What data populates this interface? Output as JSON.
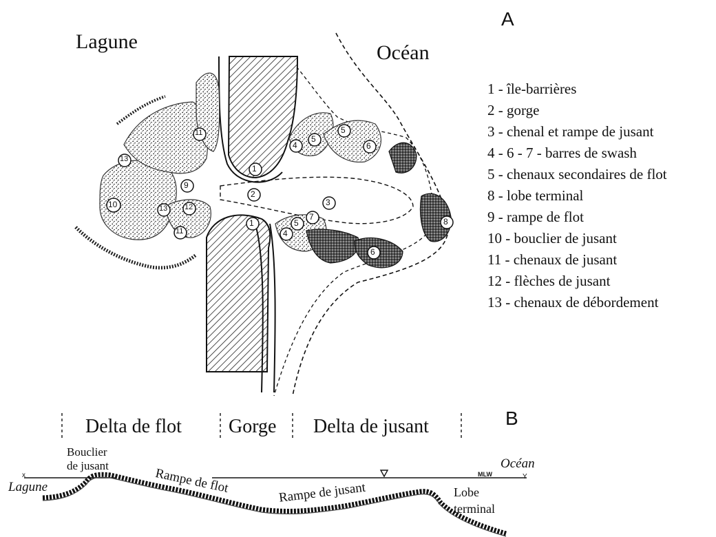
{
  "panel_a": {
    "label": "A",
    "lagoon_label": "Lagune",
    "ocean_label": "Océan",
    "markers": [
      "1",
      "2",
      "3",
      "4",
      "5",
      "6",
      "7",
      "8",
      "9",
      "10",
      "11",
      "12",
      "13"
    ],
    "legend": [
      "1 - île-barrières",
      "2 - gorge",
      "3 - chenal et rampe de jusant",
      "4 - 6 - 7 - barres de swash",
      "5 - chenaux secondaires de flot",
      "8 - lobe terminal",
      "9 - rampe de flot",
      "10 - bouclier de jusant",
      "11 - chenaux de jusant",
      "12 - flèches de jusant",
      "13 - chenaux de débordement"
    ]
  },
  "panel_b": {
    "label": "B",
    "zones": {
      "flood_delta": "Delta de flot",
      "throat": "Gorge",
      "ebb_delta": "Delta de jusant"
    },
    "bouclier_line1": "Bouclier",
    "bouclier_line2": "de jusant",
    "rampe_flot": "Rampe de flot",
    "rampe_jusant": "Rampe de jusant",
    "lobe_line1": "Lobe",
    "lobe_line2": "terminal",
    "lagune": "Lagune",
    "ocean": "Océan",
    "mlw": "MLW",
    "x_mark": "x",
    "y_mark": "Y"
  }
}
